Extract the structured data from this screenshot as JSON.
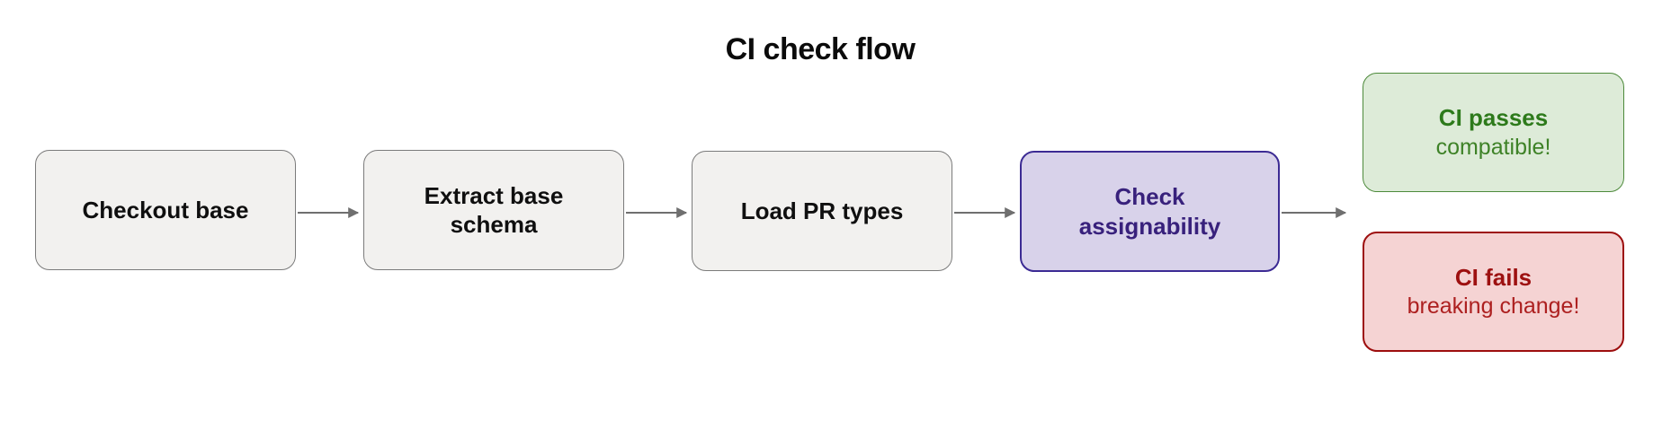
{
  "title": "CI check flow",
  "flow": {
    "nodes": [
      {
        "id": "checkout-base",
        "label": "Checkout base",
        "style": "gray"
      },
      {
        "id": "extract-base-schema",
        "label": "Extract base schema",
        "style": "gray"
      },
      {
        "id": "load-pr-types",
        "label": "Load PR types",
        "style": "gray"
      },
      {
        "id": "check-assignability",
        "label": "Check assignability",
        "style": "purple"
      },
      {
        "id": "ci-passes",
        "label": "CI passes",
        "sublabel": "compatible!",
        "style": "green"
      },
      {
        "id": "ci-fails",
        "label": "CI fails",
        "sublabel": "breaking change!",
        "style": "red"
      }
    ],
    "edges": [
      {
        "from": "checkout-base",
        "to": "extract-base-schema"
      },
      {
        "from": "extract-base-schema",
        "to": "load-pr-types"
      },
      {
        "from": "load-pr-types",
        "to": "check-assignability"
      },
      {
        "from": "check-assignability",
        "to": "ci-passes / ci-fails"
      }
    ]
  },
  "colors": {
    "background": "#ffffff",
    "gray_node_fill": "#f2f1ef",
    "gray_node_border": "#7b7b7b",
    "purple_node_fill": "#d8d2ea",
    "purple_node_border": "#3c2b94",
    "purple_text": "#38217c",
    "green_node_fill": "#ddebd8",
    "green_node_border": "#4d8a3b",
    "green_text": "#2d7a1b",
    "red_node_fill": "#f5d3d3",
    "red_node_border": "#9d0e0e",
    "red_text": "#9d1010",
    "arrow": "#6f6f6f",
    "title_text": "#0b0b0b"
  }
}
